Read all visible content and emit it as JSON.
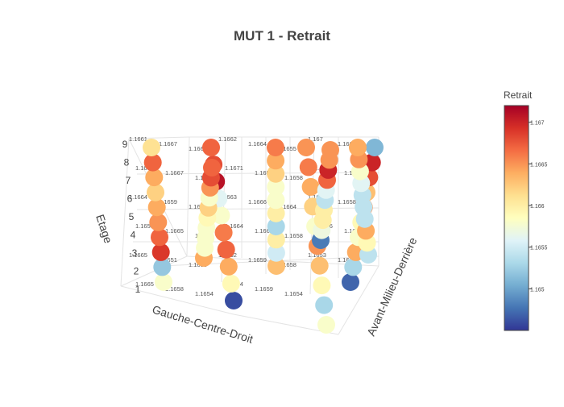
{
  "chart_data": {
    "type": "scatter",
    "title": "MUT 1 - Retrait",
    "axes": {
      "x_title": "Gauche-Centre-Droit",
      "y_title": "Avant-Milieu-Derrière",
      "z_title": "Etage",
      "z_ticks": [
        "1",
        "2",
        "3",
        "4",
        "5",
        "6",
        "7",
        "8",
        "9"
      ]
    },
    "colorbar": {
      "title": "Retrait",
      "range": [
        1.1645,
        1.1672
      ],
      "ticks": [
        1.165,
        1.1655,
        1.166,
        1.1665,
        1.167
      ],
      "tick_labels": [
        "1.165",
        "1.1655",
        "1.166",
        "1.1665",
        "1.167"
      ],
      "colorscale": [
        "#313695",
        "#4575b4",
        "#74add1",
        "#abd9e9",
        "#e0f3f8",
        "#ffffbf",
        "#fee090",
        "#fdae61",
        "#f46d43",
        "#d73027",
        "#a50026"
      ]
    },
    "series": [
      {
        "values": [
          1.1658,
          1.1652,
          1.1669,
          1.1667,
          1.1665,
          1.1664,
          1.1662,
          1.1664,
          1.1667,
          1.1661
        ]
      },
      {
        "values": [
          1.1646,
          1.1659,
          1.1664,
          1.1667,
          1.1666,
          1.1658,
          1.1656,
          1.1671,
          1.1668,
          1.1667
        ]
      },
      {
        "values": [
          1.1658,
          1.1653,
          1.1659,
          1.1663,
          1.1665,
          1.1658,
          1.1662,
          1.1664,
          1.1666,
          1.1665
        ]
      },
      {
        "values": [
          1.1663,
          1.1655,
          1.166,
          1.1653,
          1.166,
          1.1658,
          1.1658,
          1.1662,
          1.1664,
          1.1666
        ]
      },
      {
        "values": [
          1.1664,
          1.1658,
          1.1658,
          1.1658,
          1.1659,
          1.1662,
          1.1658,
          1.1665,
          1.1668,
          1.1667
        ]
      },
      {
        "values": [
          1.1647,
          1.1653,
          1.1664,
          1.1658,
          1.1659,
          1.1665,
          1.1663,
          1.1668,
          1.167,
          1.1651
        ]
      },
      {
        "values": [
          1.1654,
          1.1659,
          1.1664,
          1.1654,
          1.1654,
          1.1654,
          1.1656,
          1.1658,
          1.1665,
          1.1664
        ]
      },
      {
        "values": [
          1.1648,
          1.1657,
          1.166,
          1.166,
          1.1654,
          1.1656,
          1.1667,
          1.167,
          1.1665,
          1.1665
        ]
      }
    ],
    "text_labels": [
      "1.1661",
      "1.1667",
      "1.1664",
      "1.1662",
      "1.1664",
      "1.1655",
      "1.167",
      "1.1669",
      "1.1652",
      "1.1667",
      "1.1668",
      "1.1671",
      "1.1656",
      "1.1658",
      "1.1666",
      "1.1667",
      "1.1664",
      "1.1659",
      "1.1646",
      "1.1663",
      "1.1666",
      "1.1664",
      "1.1662",
      "1.1658",
      "1.1658",
      "1.1665",
      "1.1659",
      "1.1664",
      "1.1662",
      "1.1658",
      "1.1666",
      "1.1668",
      "1.1665",
      "1.1651",
      "1.1658",
      "1.1662",
      "1.1659",
      "1.1658",
      "1.1653",
      "1.1647",
      "1.1665",
      "1.1658",
      "1.1654",
      "1.1654",
      "1.1659",
      "1.1654"
    ]
  }
}
